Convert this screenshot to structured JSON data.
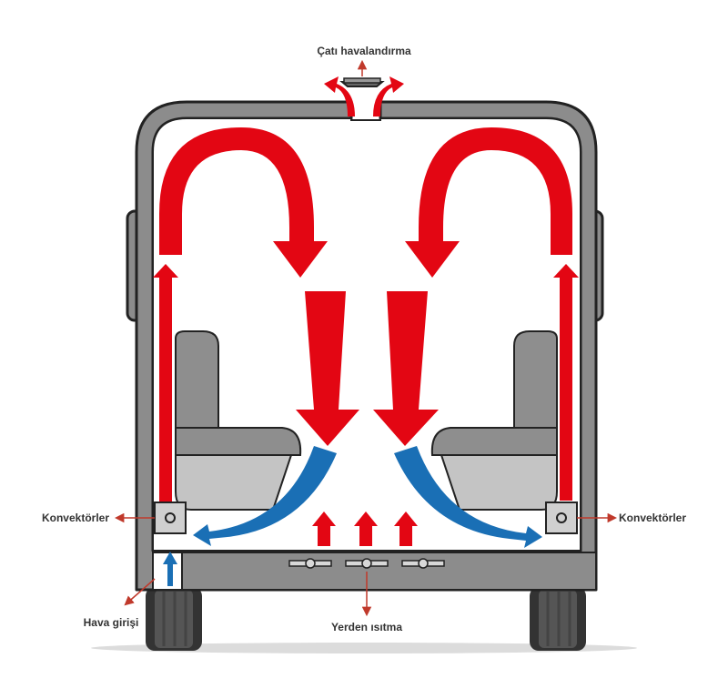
{
  "labels": {
    "roof_vent": "Çatı havalandırma",
    "convectors_left": "Konvektörler",
    "convectors_right": "Konvektörler",
    "air_inlet": "Hava girişi",
    "floor_heating": "Yerden ısıtma"
  },
  "colors": {
    "warm_air": "#e30613",
    "cool_air": "#1a6fb5",
    "body_shell": "#8c8c8c",
    "seat": "#9a9a9a",
    "label_arrow": "#c0392b"
  },
  "icons": {
    "warm_air": "red-arrow-icon",
    "cool_air": "blue-arrow-icon",
    "convector": "convector-icon",
    "floor_vent": "floor-vent-icon"
  }
}
